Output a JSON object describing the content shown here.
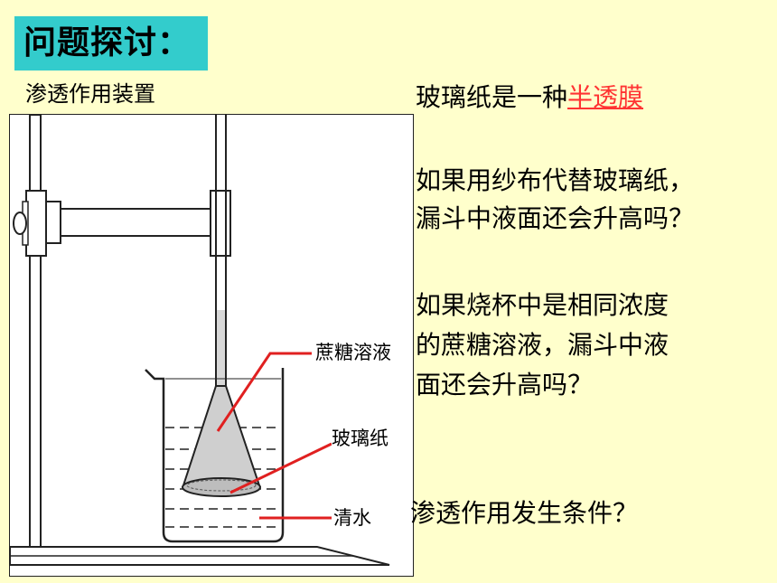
{
  "slide": {
    "title": "问题探讨：",
    "caption": "渗透作用装置",
    "diagram": {
      "label_sucrose": "蔗糖溶液",
      "label_cellophane": "玻璃纸",
      "label_water": "清水"
    },
    "statement": {
      "prefix": "玻璃纸是一种",
      "highlight": "半透膜"
    },
    "q1_line1": "如果用纱布代替玻璃纸，",
    "q1_line2": "漏斗中液面还会升高吗？",
    "q2_line1": "如果烧杯中是相同浓度",
    "q2_line2": "的蔗糖溶液，漏斗中液",
    "q2_line3": "面还会升高吗？",
    "q3": "渗透作用发生条件？",
    "colors": {
      "background": "#ffffcc",
      "title_bg": "#33cccc",
      "highlight": "#ff3333",
      "pointer": "#e02020"
    }
  }
}
